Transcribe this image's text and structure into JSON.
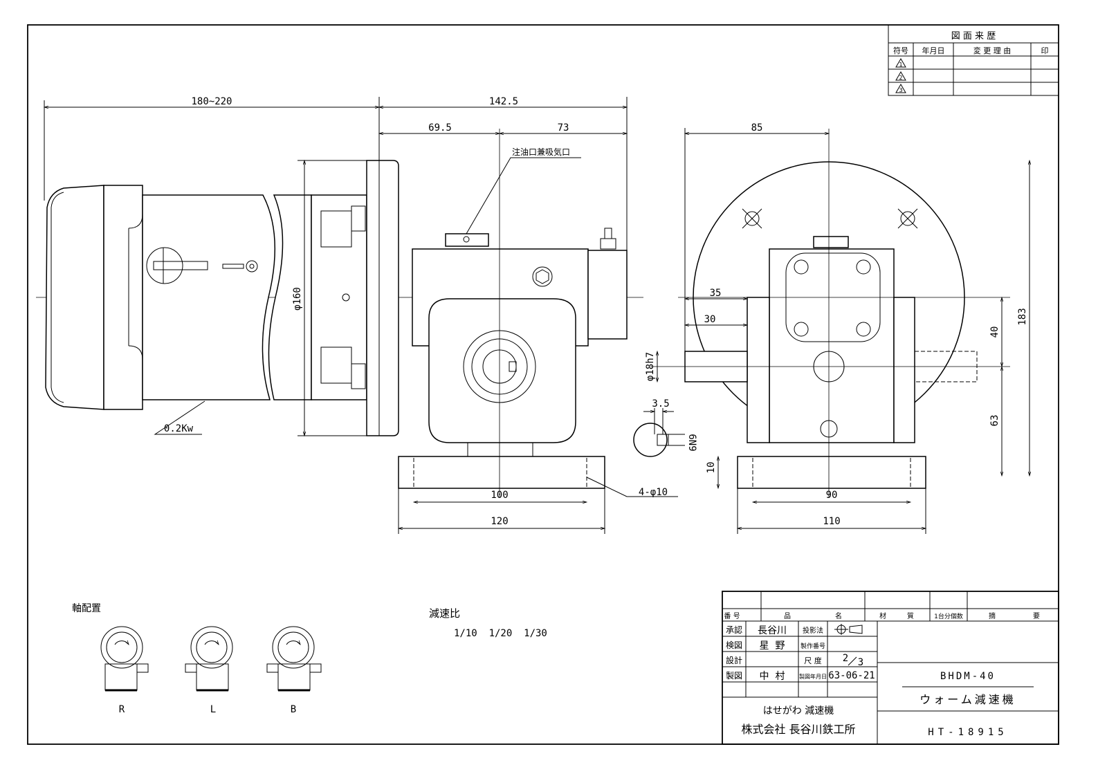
{
  "revision_table": {
    "title": "図 面 来 歴",
    "headers": [
      "符号",
      "年月日",
      "変 更 理 由",
      "印"
    ],
    "rows": [
      "1",
      "2",
      "3"
    ]
  },
  "dimensions": {
    "motor_length": "180~220",
    "overall": "142.5",
    "left_half": "69.5",
    "right_half": "73",
    "oil_port": "注油口兼吸気口",
    "flange_dia": "φ160",
    "power": "0.2Kw",
    "base_inner": "100",
    "base_outer": "120",
    "holes": "4-φ10",
    "key_width": "3.5",
    "keyway": "6N9",
    "side_top": "85",
    "side_35": "35",
    "side_30": "30",
    "shaft_dia": "φ18h7",
    "height_183": "183",
    "height_40": "40",
    "height_63": "63",
    "base_thk": "10",
    "side_base_inner": "90",
    "side_base_outer": "110"
  },
  "shaft_arrangement": {
    "title": "軸配置",
    "options": [
      "R",
      "L",
      "B"
    ]
  },
  "ratio": {
    "title": "減速比",
    "values": "1/10  1/20  1/30"
  },
  "title_block": {
    "col_headers": [
      "番 号",
      "品",
      "名",
      "材",
      "質",
      "1台分個数",
      "摘",
      "要"
    ],
    "approve_label": "承認",
    "approve_name": "長谷川",
    "check_label": "検図",
    "check_name": "星  野",
    "design_label": "設計",
    "draft_label": "製図",
    "draft_name": "中  村",
    "projection_label": "投影法",
    "prod_no_label": "製作番号",
    "scale_label": "尺 度",
    "scale_num": "2",
    "scale_den": "3",
    "date_label": "製図年月日",
    "date_value": "63-06-21",
    "model": "BHDM-40",
    "product_name": "ウォーム減速機",
    "brand": "はせがわ 減速機",
    "company": "株式会社 長谷川鉄工所",
    "drawing_no": "HT-18915"
  }
}
